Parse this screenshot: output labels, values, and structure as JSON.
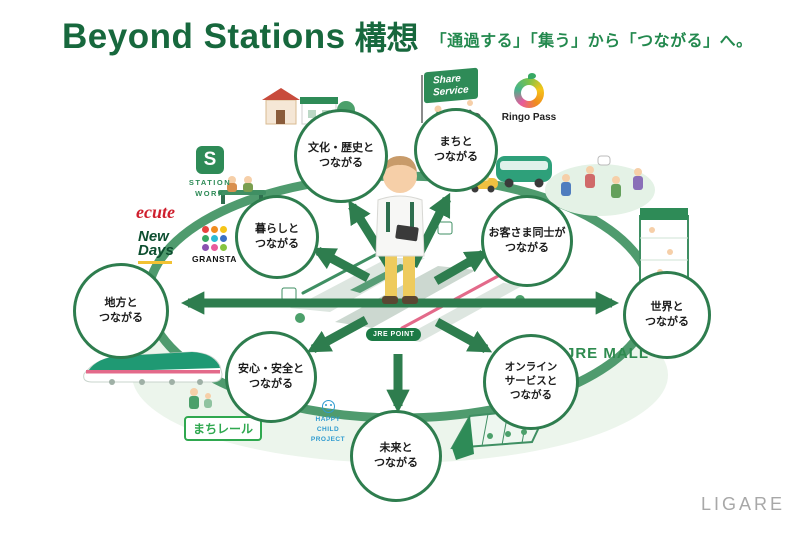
{
  "header": {
    "title_en": "Beyond Stations",
    "title_ja": "構想",
    "subtitle": "「通過する」「集う」から「つながる」へ。"
  },
  "nodes": {
    "culture": "文化・歴史と\nつながる",
    "machi": "まちと\nつながる",
    "kurashi": "暮らしと\nつながる",
    "customers": "お客さま同士が\nつながる",
    "region": "地方と\nつながる",
    "world": "世界と\nつながる",
    "safety": "安心・安全と\nつながる",
    "online": "オンライン\nサービスと\nつながる",
    "future": "未来と\nつながる"
  },
  "brands": {
    "station_work_mark": "S",
    "station_work": "STATION\nWORK",
    "ecute": "ecute",
    "newdays": "New\nDays",
    "gransta": "GRANSTA",
    "gransta_dot_colors": [
      "#e8433f",
      "#f08c1e",
      "#f5c518",
      "#37a864",
      "#2bbcd4",
      "#3a6fc4",
      "#8a52b0",
      "#e85a9c",
      "#86c440"
    ],
    "share_service": "Share\nService",
    "ringo_pass": "Ringo Pass",
    "jre_point": "JRE POINT",
    "jre_mall": "JRE MALL",
    "machi_rail": "まちレール",
    "happy_child": "HAPPY\nCHILD\nPROJECT"
  },
  "watermark": "LIGARE",
  "colors": {
    "title_green": "#17683d",
    "subtitle_green": "#23894e",
    "ring_green": "#4f9b6e",
    "arrow_green": "#2e7d4e",
    "node_border_green": "#2e7d4e",
    "ecute_red": "#cf1f2e",
    "jre_mall_green": "#2e8b4f",
    "machirail_green": "#2fa84f",
    "happy_blue": "#2f9bd0",
    "watermark_gray": "#a8a8a8"
  }
}
